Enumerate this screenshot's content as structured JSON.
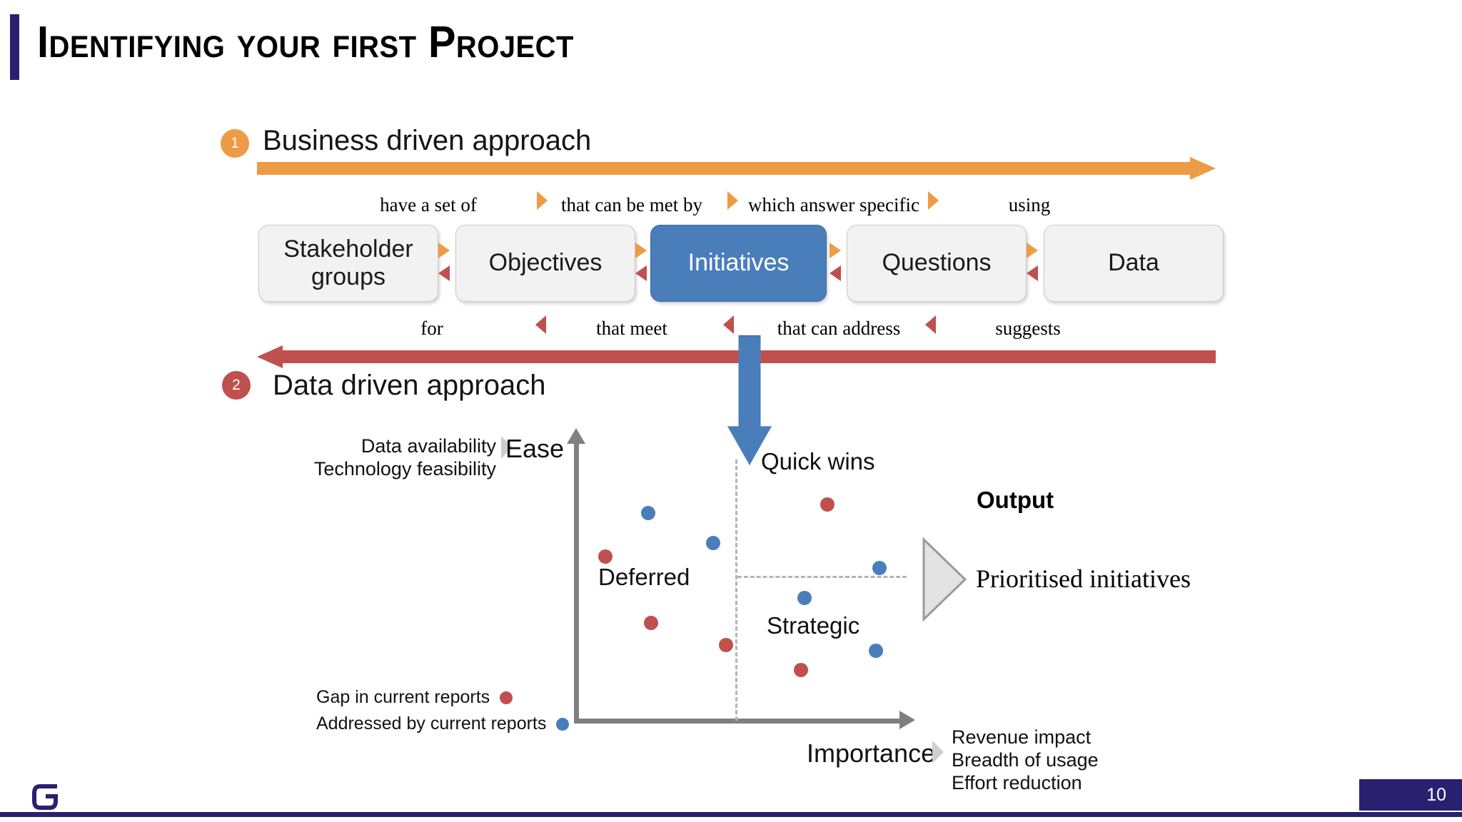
{
  "slide": {
    "title": "Identifying your first Project",
    "page_number": "10",
    "logo_letter": "G",
    "accent_navy": "#2A2070",
    "accent_orange": "#ED9B44",
    "accent_red": "#C0504D",
    "accent_blue": "#4A7EBB"
  },
  "section_one": {
    "number": "1",
    "title": "Business driven approach",
    "direction": "left-to-right",
    "top_labels": [
      "have a set of",
      "that can be met by",
      "which answer specific",
      "using"
    ],
    "bottom_labels": [
      "for",
      "that meet",
      "that can address",
      "suggests"
    ]
  },
  "section_two": {
    "number": "2",
    "title": "Data driven approach"
  },
  "boxes": [
    {
      "label": "Stakeholder groups",
      "active": false
    },
    {
      "label": "Objectives",
      "active": false
    },
    {
      "label": "Initiatives",
      "active": true
    },
    {
      "label": "Questions",
      "active": false
    },
    {
      "label": "Data",
      "active": false
    }
  ],
  "chart_data": {
    "type": "scatter",
    "title": "",
    "xlabel": "Importance",
    "ylabel": "Ease",
    "xlim": [
      0,
      10
    ],
    "ylim": [
      0,
      10
    ],
    "grid": false,
    "quadrant_divider_x": 5,
    "quadrant_divider_y": 5,
    "quadrants": [
      {
        "label": "Deferred",
        "x": 2.2,
        "y": 5.1
      },
      {
        "label": "Quick wins",
        "x": 6.3,
        "y": 8.0
      },
      {
        "label": "Strategic",
        "x": 6.3,
        "y": 2.8
      }
    ],
    "series": [
      {
        "name": "Gap in current reports",
        "color": "#C0504D",
        "points": [
          [
            0.8,
            5.9
          ],
          [
            7.6,
            7.8
          ],
          [
            2.2,
            3.5
          ],
          [
            4.5,
            2.7
          ],
          [
            6.8,
            1.8
          ]
        ]
      },
      {
        "name": "Addressed by current reports",
        "color": "#4A7EBB",
        "points": [
          [
            2.1,
            7.5
          ],
          [
            4.1,
            6.4
          ],
          [
            9.2,
            5.5
          ],
          [
            6.9,
            4.4
          ],
          [
            9.1,
            2.5
          ]
        ]
      }
    ],
    "legend": [
      {
        "label": "Gap in current reports",
        "color": "#C0504D"
      },
      {
        "label": "Addressed by current reports",
        "color": "#4A7EBB"
      }
    ],
    "y_axis_drivers": [
      "Data availability",
      "Technology feasibility"
    ],
    "x_axis_drivers": [
      "Revenue impact",
      "Breadth of usage",
      "Effort reduction"
    ]
  },
  "output": {
    "title": "Output",
    "text": "Prioritised initiatives"
  }
}
